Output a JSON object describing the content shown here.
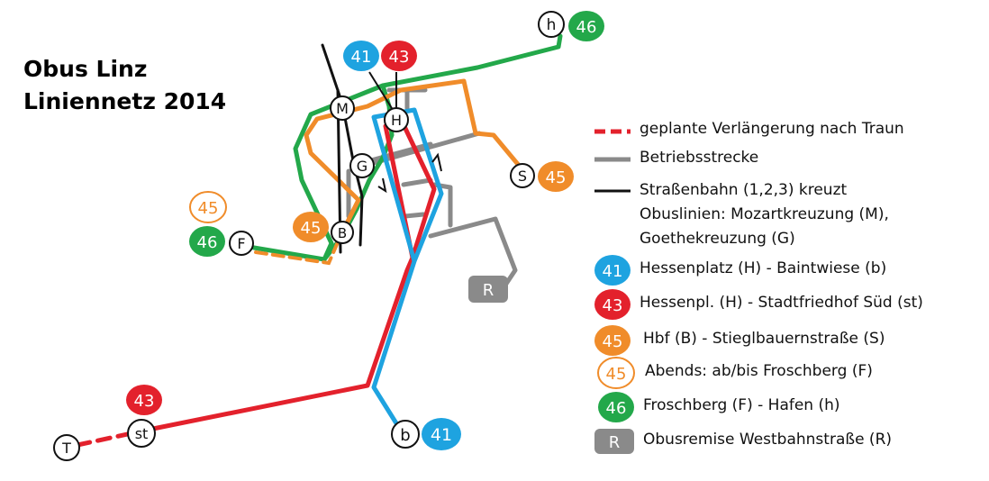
{
  "title": {
    "line1": "Obus Linz",
    "line2": "Liniennetz 2014"
  },
  "colors": {
    "line41": "#1ea3e0",
    "line43": "#e3212c",
    "line45": "#f08c2a",
    "line46": "#23a84a",
    "depot": "#8a8a8a",
    "tram": "#111111"
  },
  "badges": {
    "l41": "41",
    "l43": "43",
    "l45": "45",
    "l46": "46",
    "depot": "R"
  },
  "stops": {
    "M": "M",
    "H": "H",
    "G": "G",
    "B": "B",
    "F": "F",
    "S": "S",
    "h": "h",
    "b": "b",
    "st": "st",
    "T": "T"
  },
  "legend": {
    "planned": "geplante Verlängerung nach Traun",
    "service": "Betriebsstrecke",
    "tram_1": "Straßenbahn (1,2,3) kreuzt",
    "tram_2": "Obuslinien: Mozartkreuzung (M),",
    "tram_3": "Goethekreuzung (G)",
    "l41": "Hessenplatz (H) - Baintwiese (b)",
    "l43": "Hessenpl. (H) - Stadtfriedhof Süd (st)",
    "l45": "Hbf (B) - Stieglbauernstraße (S)",
    "l45_evening": "Abends: ab/bis Froschberg (F)",
    "l46": "Froschberg (F) - Hafen (h)",
    "depot": "Obusremise Westbahnstraße (R)"
  }
}
